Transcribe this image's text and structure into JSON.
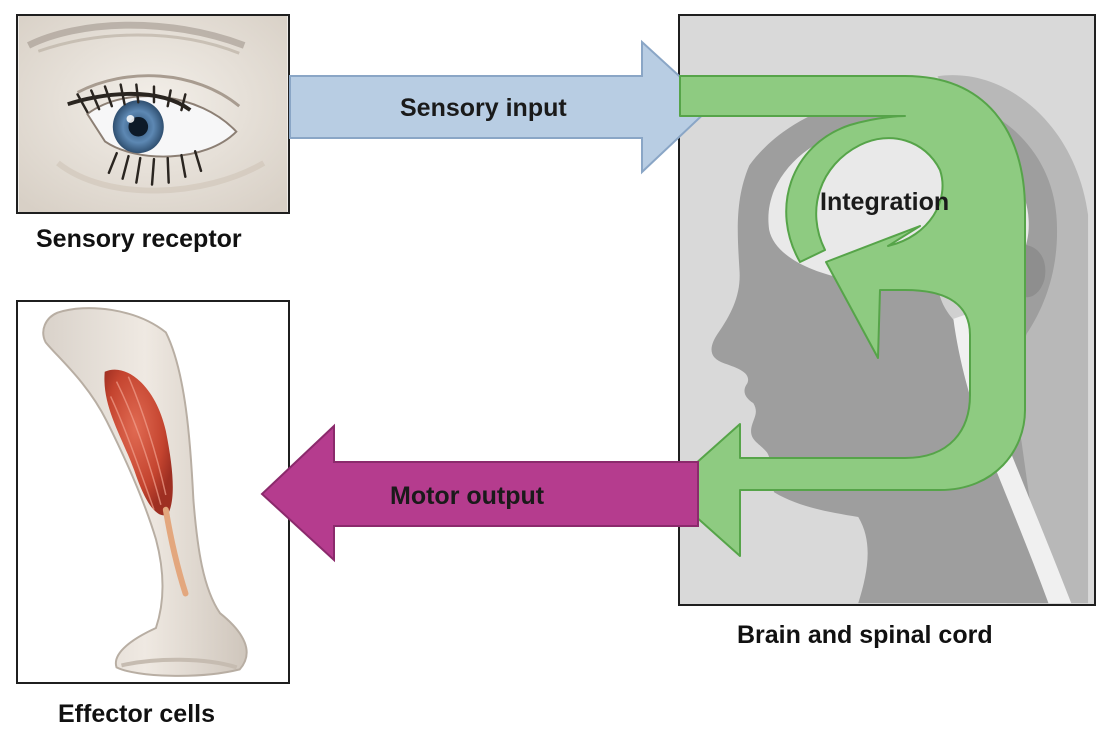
{
  "labels": {
    "sensory_receptor": "Sensory receptor",
    "effector_cells": "Effector cells",
    "brain_spinal_cord": "Brain and spinal cord",
    "sensory_input": "Sensory input",
    "integration": "Integration",
    "motor_output": "Motor output"
  },
  "colors": {
    "sensory_arrow": "#b8cde3",
    "integration_arrow": "#8ecb81",
    "motor_arrow": "#b53c8e",
    "cns_background": "#d9d9d9"
  },
  "icons": [
    "eye-illustration",
    "leg-muscle-illustration",
    "head-brain-silhouette"
  ]
}
